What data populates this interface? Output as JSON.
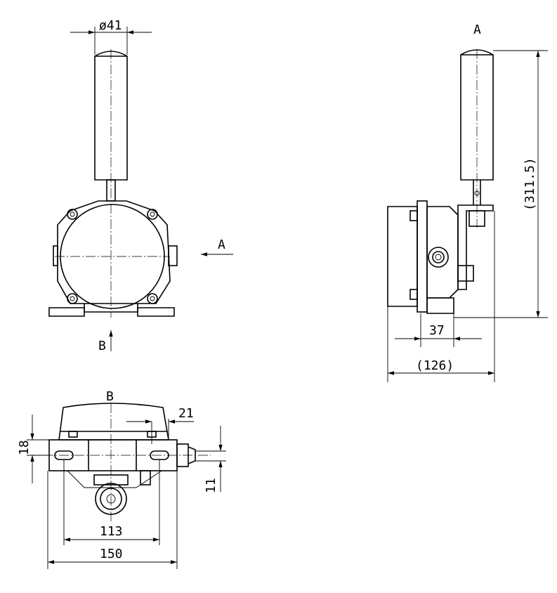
{
  "labels": {
    "dia_top": "ø41",
    "view_a_arrow": "A",
    "view_b_arrow": "B",
    "view_a_title": "A",
    "height_dim": "(311.5)",
    "dim_37": "37",
    "dim_126": "(126)",
    "view_b_title": "B",
    "dim_21": "21",
    "dim_18": "18",
    "dim_11": "11",
    "dim_113": "113",
    "dim_150": "150"
  }
}
